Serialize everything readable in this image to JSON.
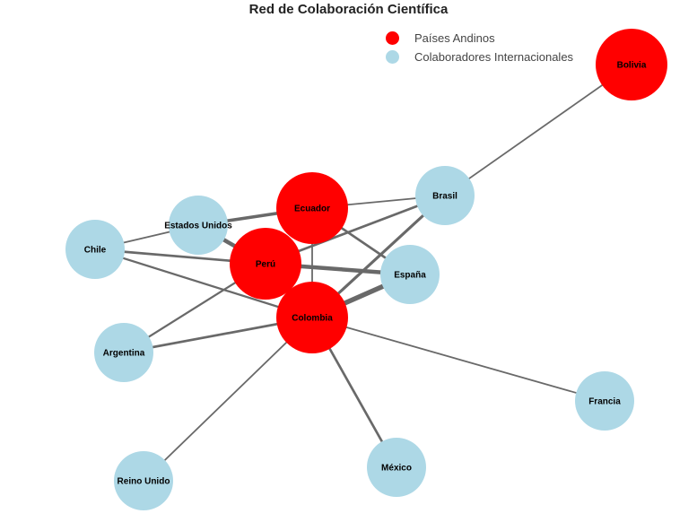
{
  "title": "Red de Colaboración Científica",
  "legend": [
    {
      "label": "Países Andinos",
      "color": "#ff0000"
    },
    {
      "label": "Colaboradores Internacionales",
      "color": "#add8e6"
    }
  ],
  "nodes": [
    {
      "name": "Bolivia",
      "group": "andino"
    },
    {
      "name": "Brasil",
      "group": "internacional"
    },
    {
      "name": "Ecuador",
      "group": "andino"
    },
    {
      "name": "Estados Unidos",
      "group": "internacional"
    },
    {
      "name": "Chile",
      "group": "internacional"
    },
    {
      "name": "Perú",
      "group": "andino"
    },
    {
      "name": "España",
      "group": "internacional"
    },
    {
      "name": "Colombia",
      "group": "andino"
    },
    {
      "name": "Argentina",
      "group": "internacional"
    },
    {
      "name": "Francia",
      "group": "internacional"
    },
    {
      "name": "México",
      "group": "internacional"
    },
    {
      "name": "Reino Unido",
      "group": "internacional"
    }
  ],
  "edges": [
    {
      "source": "Bolivia",
      "target": "Brasil",
      "weight": 2
    },
    {
      "source": "Ecuador",
      "target": "Brasil",
      "weight": 2
    },
    {
      "source": "Ecuador",
      "target": "Estados Unidos",
      "weight": 4
    },
    {
      "source": "Chile",
      "target": "Estados Unidos",
      "weight": 2
    },
    {
      "source": "Perú",
      "target": "Estados Unidos",
      "weight": 5
    },
    {
      "source": "Perú",
      "target": "Chile",
      "weight": 3
    },
    {
      "source": "Colombia",
      "target": "Chile",
      "weight": 2.5
    },
    {
      "source": "Ecuador",
      "target": "España",
      "weight": 3
    },
    {
      "source": "Ecuador",
      "target": "Colombia",
      "weight": 2
    },
    {
      "source": "Perú",
      "target": "Brasil",
      "weight": 3
    },
    {
      "source": "Perú",
      "target": "España",
      "weight": 5
    },
    {
      "source": "Perú",
      "target": "Argentina",
      "weight": 2.5
    },
    {
      "source": "Colombia",
      "target": "Brasil",
      "weight": 3.5
    },
    {
      "source": "Colombia",
      "target": "España",
      "weight": 6
    },
    {
      "source": "Colombia",
      "target": "Argentina",
      "weight": 3
    },
    {
      "source": "Colombia",
      "target": "Francia",
      "weight": 2
    },
    {
      "source": "Colombia",
      "target": "México",
      "weight": 3
    },
    {
      "source": "Colombia",
      "target": "Reino Unido",
      "weight": 2
    }
  ],
  "colors": {
    "andino": "#ff0000",
    "internacional": "#add8e6",
    "edge": "#444444"
  }
}
